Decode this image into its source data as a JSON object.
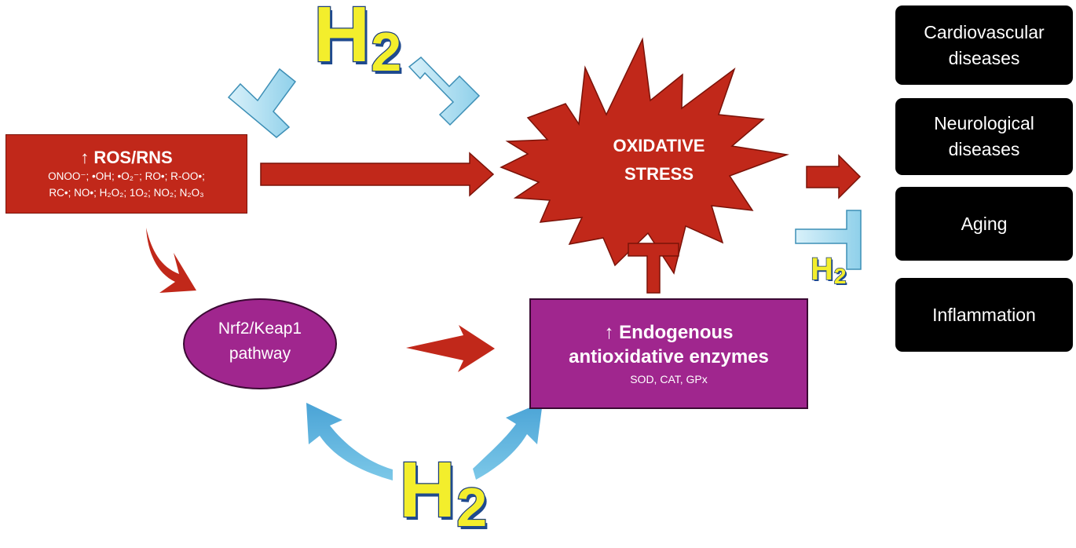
{
  "ros_box": {
    "title": "↑ ROS/RNS",
    "species_line1": "ONOO⁻; •OH; •O₂⁻; RO•; R-OO•;",
    "species_line2": "RC•; NO•; H₂O₂; 1O₂; NO₂; N₂O₃"
  },
  "oxidative_stress": {
    "line1": "OXIDATIVE",
    "line2": "STRESS"
  },
  "nrf2": {
    "line1": "Nrf2/Keap1",
    "line2": "pathway"
  },
  "enzymes_box": {
    "title_line1": "↑ Endogenous",
    "title_line2": "antioxidative enzymes",
    "subtitle": "SOD, CAT, GPx"
  },
  "diseases": [
    {
      "line1": "Cardiovascular",
      "line2": "diseases"
    },
    {
      "line1": "Neurological",
      "line2": "diseases"
    },
    {
      "line1": "Aging",
      "line2": ""
    },
    {
      "line1": "Inflammation",
      "line2": ""
    }
  ],
  "h2_labels": {
    "top": {
      "main": "H",
      "sub": "2"
    },
    "bottom": {
      "main": "H",
      "sub": "2"
    },
    "right": {
      "main": "H",
      "sub": "2"
    }
  },
  "colors": {
    "red": "#c1281a",
    "purple": "#a0268e",
    "light_blue": "#a9dcee",
    "blue_arrow": "#5aafd9",
    "h2_yellow": "#f3ee2c",
    "h2_outline": "#1d3f78",
    "disease_box": "#000000"
  }
}
